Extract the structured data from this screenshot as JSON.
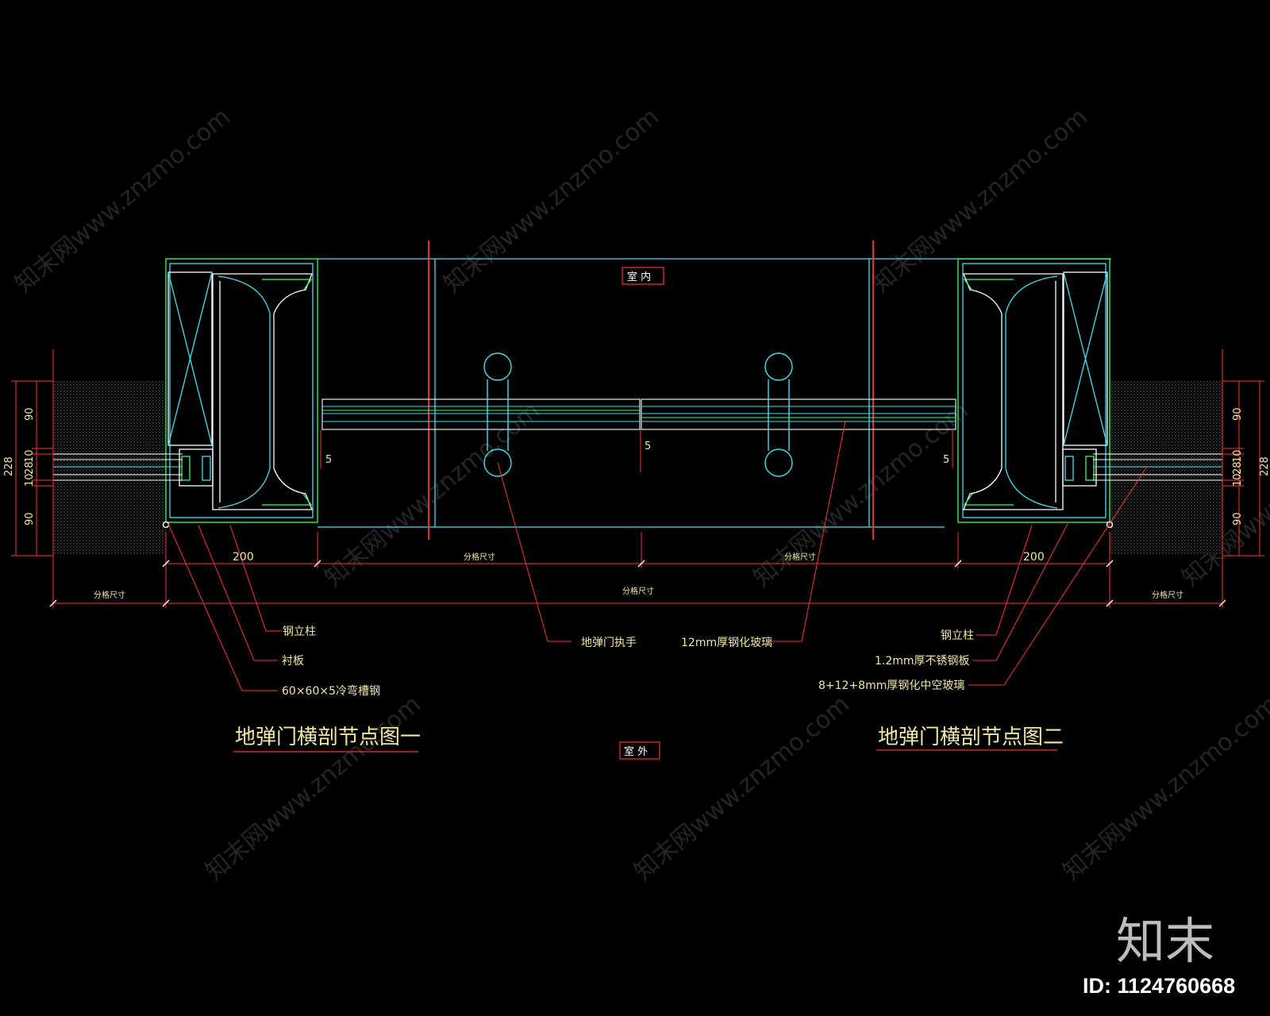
{
  "labels": {
    "indoor": "室 内",
    "outdoor": "室 外",
    "title_left": "地弹门横剖节点图一",
    "title_right": "地弹门横剖节点图二",
    "left_callouts": [
      "钢立柱",
      "衬板",
      "60×60×5冷弯槽钢"
    ],
    "mid_callouts": [
      "地弹门执手",
      "12mm厚钢化玻璃"
    ],
    "right_callouts": [
      "钢立柱",
      "1.2mm厚不锈钢板",
      "8+12+8mm厚钢化中空玻璃"
    ]
  },
  "dimensions": {
    "d200": "200",
    "split": "分格尺寸",
    "d5": "5",
    "d90": "90",
    "d10": "10",
    "d28": "28",
    "d228": "228"
  },
  "watermark": {
    "text": "知末网www.znzmo.com",
    "logo": "知末",
    "id": "ID: 1124760668"
  },
  "colors": {
    "background": "#000000",
    "green": "#33ff66",
    "cyan": "#40e0f0",
    "white": "#ffffff",
    "red": "#ff3030",
    "yellow": "#f0e8a0",
    "gray": "#9a9a9a"
  }
}
